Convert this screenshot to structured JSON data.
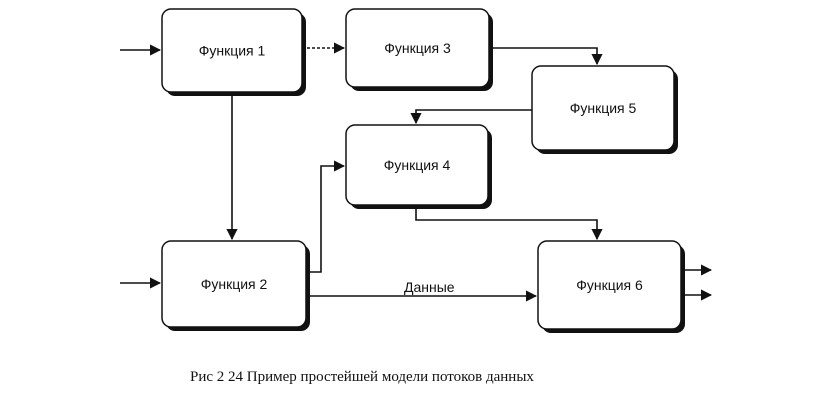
{
  "diagram": {
    "nodes": [
      {
        "id": "f1",
        "label": "Функция 1"
      },
      {
        "id": "f2",
        "label": "Функция 2"
      },
      {
        "id": "f3",
        "label": "Функция 3"
      },
      {
        "id": "f4",
        "label": "Функция 4"
      },
      {
        "id": "f5",
        "label": "Функция 5"
      },
      {
        "id": "f6",
        "label": "Функция 6"
      }
    ],
    "edges": [
      {
        "from": "input",
        "to": "f1"
      },
      {
        "from": "input",
        "to": "f2"
      },
      {
        "from": "f1",
        "to": "f3"
      },
      {
        "from": "f1",
        "to": "f2"
      },
      {
        "from": "f3",
        "to": "f5"
      },
      {
        "from": "f5",
        "to": "f4"
      },
      {
        "from": "f2",
        "to": "f4"
      },
      {
        "from": "f4",
        "to": "f6"
      },
      {
        "from": "f2",
        "to": "f6",
        "label": "Данные"
      },
      {
        "from": "f6",
        "to": "output"
      },
      {
        "from": "f6",
        "to": "output"
      }
    ],
    "caption": "Рис  2 24  Пример простейшей модели потоков данных"
  }
}
